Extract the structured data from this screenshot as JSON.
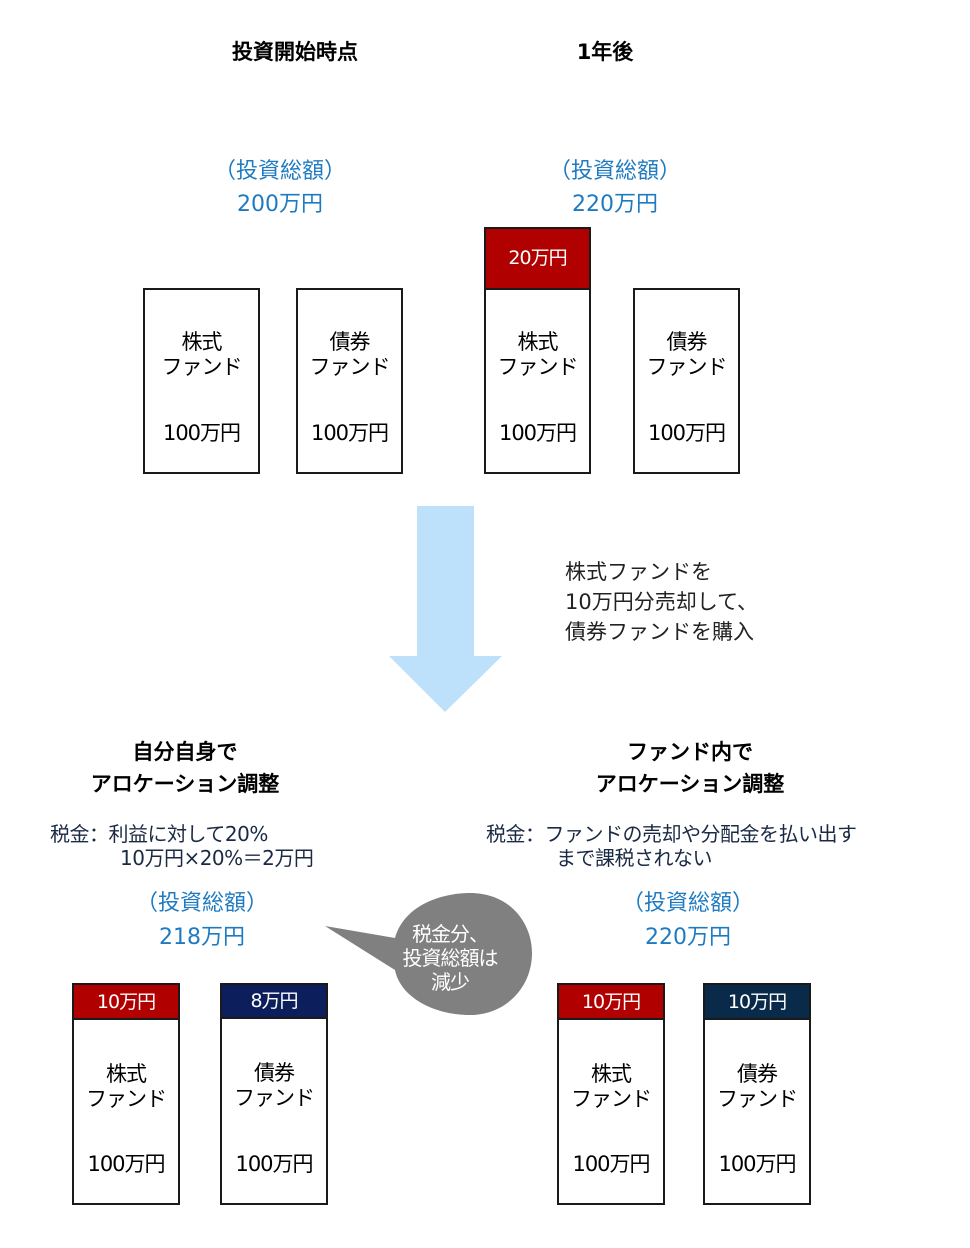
{
  "top": {
    "left_heading": "投資開始時点",
    "right_heading": "1年後",
    "left_total_label": "（投資総額）",
    "left_total_value": "200万円",
    "right_total_label": "（投資総額）",
    "right_total_value": "220万円",
    "left_funds": [
      {
        "name_line1": "株式",
        "name_line2": "ファンド",
        "amount": "100万円"
      },
      {
        "name_line1": "債券",
        "name_line2": "ファンド",
        "amount": "100万円"
      }
    ],
    "right_funds": [
      {
        "name_line1": "株式",
        "name_line2": "ファンド",
        "amount": "100万円",
        "tag": "20万円"
      },
      {
        "name_line1": "債券",
        "name_line2": "ファンド",
        "amount": "100万円"
      }
    ]
  },
  "transition": {
    "arrow_icon": "down-arrow-icon",
    "note_lines": [
      "株式ファンドを",
      "10万円分売却して、",
      "債券ファンドを購入"
    ]
  },
  "bottom_left": {
    "heading_line1": "自分自身で",
    "heading_line2": "アロケーション調整",
    "tax_label": "税金：",
    "tax_line1": "利益に対して20%",
    "tax_line2": "10万円×20%＝2万円",
    "total_label": "（投資総額）",
    "total_value": "218万円",
    "funds": [
      {
        "name_line1": "株式",
        "name_line2": "ファンド",
        "amount": "100万円",
        "tag": "10万円"
      },
      {
        "name_line1": "債券",
        "name_line2": "ファンド",
        "amount": "100万円",
        "tag": "8万円"
      }
    ]
  },
  "callout": {
    "lines": [
      "税金分、",
      "投資総額は",
      "減少"
    ]
  },
  "bottom_right": {
    "heading_line1": "ファンド内で",
    "heading_line2": "アロケーション調整",
    "tax_label": "税金：",
    "tax_line1": "ファンドの売却や分配金を払い出す",
    "tax_line2": "まで課税されない",
    "total_label": "（投資総額）",
    "total_value": "220万円",
    "funds": [
      {
        "name_line1": "株式",
        "name_line2": "ファンド",
        "amount": "100万円",
        "tag": "10万円"
      },
      {
        "name_line1": "債券",
        "name_line2": "ファンド",
        "amount": "100万円",
        "tag": "10万円"
      }
    ]
  },
  "colors": {
    "gain_red": "#b00000",
    "bond_navy_left": "#0c1f5c",
    "bond_navy_right": "#0a2a4a",
    "total_blue": "#1f7bc1",
    "arrow_blue": "#bde0fb",
    "callout_gray": "#808080"
  }
}
